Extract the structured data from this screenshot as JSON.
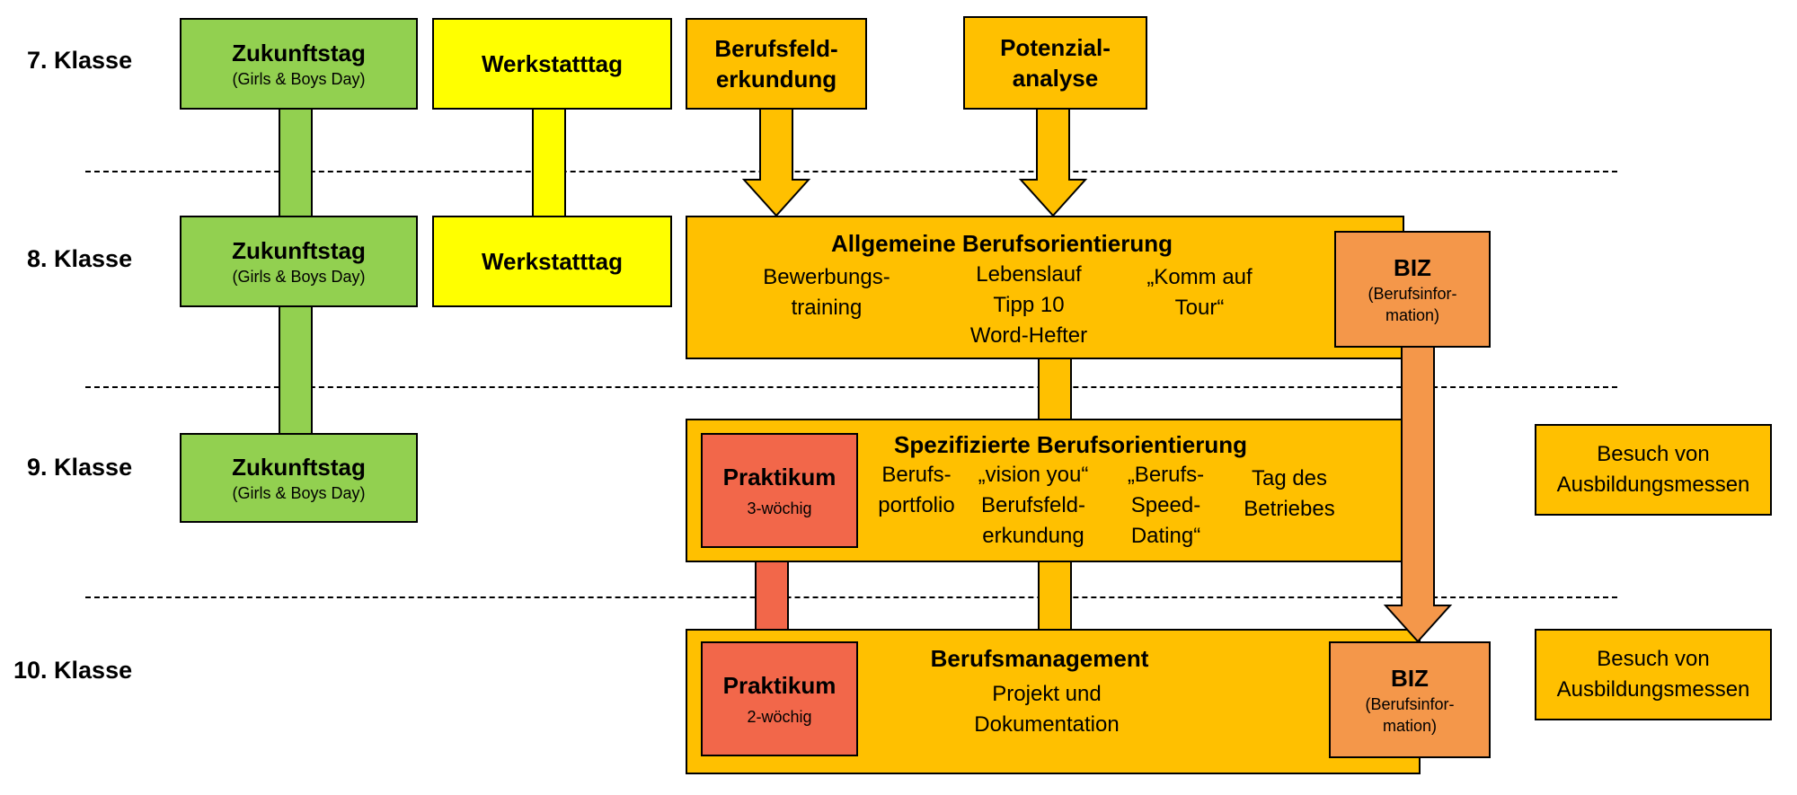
{
  "grades": [
    "7. Klasse",
    "8. Klasse",
    "9. Klasse",
    "10. Klasse"
  ],
  "zukunftstag": {
    "title": "Zukunftstag",
    "sub": "(Girls & Boys Day)"
  },
  "werkstatttag": "Werkstatttag",
  "berufsfelderkundung": [
    "Berufsfeld-",
    "erkundung"
  ],
  "potenzialanalyse": [
    "Potenzial-",
    "analyse"
  ],
  "allgemeine": {
    "title": "Allgemeine Berufsorientierung",
    "col1": [
      "Bewerbungs-",
      "training"
    ],
    "col2": [
      "Lebenslauf",
      "Tipp 10",
      "Word-Hefter"
    ],
    "col3": [
      "„Komm auf",
      "Tour“"
    ]
  },
  "biz": {
    "title": "BIZ",
    "sub": [
      "(Berufsinfor-",
      "mation)"
    ]
  },
  "spezifizierte": {
    "title": "Spezifizierte Berufsorientierung",
    "col1": [
      "Berufs-",
      "portfolio"
    ],
    "col2": [
      "„vision you“",
      "Berufsfeld-",
      "erkundung"
    ],
    "col3": [
      "„Berufs-",
      "Speed-",
      "Dating“"
    ],
    "col4": [
      "Tag des",
      "Betriebes"
    ]
  },
  "praktikum9": {
    "title": "Praktikum",
    "sub": "3-wöchig"
  },
  "praktikum10": {
    "title": "Praktikum",
    "sub": "2-wöchig"
  },
  "berufsmanagement": {
    "title": "Berufsmanagement",
    "body": [
      "Projekt und",
      "Dokumentation"
    ]
  },
  "messen": [
    "Besuch von",
    "Ausbildungsmessen"
  ],
  "colors": {
    "green": "#92d050",
    "yellow": "#ffff00",
    "orange": "#ffc000",
    "salmon": "#f4974a",
    "red": "#f2674a"
  }
}
